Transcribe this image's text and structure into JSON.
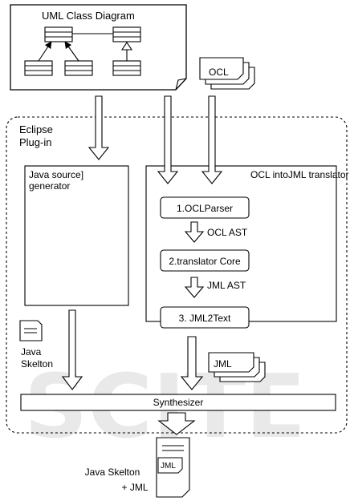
{
  "uml": {
    "title": "UML Class Diagram"
  },
  "ocl_doc": {
    "label": "OCL"
  },
  "eclipse": {
    "line1": "Eclipse",
    "line2": "Plug-in"
  },
  "java_gen": {
    "line1": "Java source]",
    "line2": "generator"
  },
  "translator": {
    "title": "OCL intoJML translator",
    "parser": "1.OCLParser",
    "ocl_ast": "OCL AST",
    "core": "2.translator Core",
    "jml_ast": "JML AST",
    "jml2text": "3. JML2Text"
  },
  "java_skelton": {
    "line1": "Java",
    "line2": "Skelton"
  },
  "jml_doc": {
    "label": "JML"
  },
  "synthesizer": {
    "label": "Synthesizer"
  },
  "output": {
    "line1": "Java Skelton",
    "line2": "+ JML",
    "inner_label": "JML"
  },
  "watermark": {
    "text": "SCITE"
  }
}
